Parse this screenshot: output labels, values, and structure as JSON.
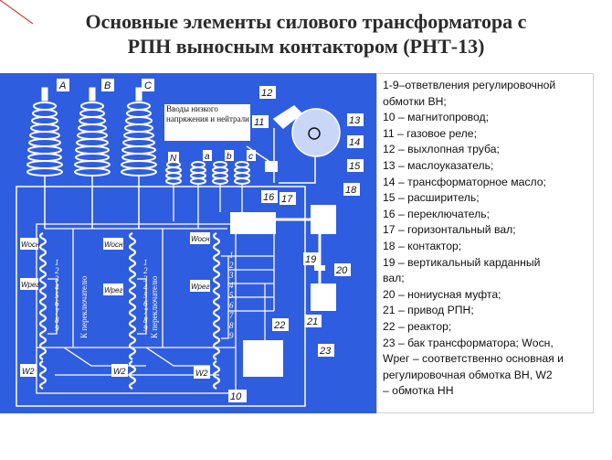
{
  "title": {
    "line1": "Основные элементы силового трансформатора с",
    "line2": "РПН выносным контактором (РНТ-13)"
  },
  "colors": {
    "panel": "#2f5de0",
    "line": "#ffffff",
    "title": "#2b2b2b",
    "corner": "#d04040"
  },
  "diagram": {
    "phase_labels": [
      "A",
      "B",
      "C"
    ],
    "lv_labels": [
      "N",
      "a",
      "b",
      "c"
    ],
    "lv_note": "Вводы низкого напряжения и нейтрали",
    "winding_labels": [
      "Wосн",
      "Wрег",
      "Wосн",
      "Wрег",
      "Wосн",
      "Wрег",
      "W2",
      "W2",
      "W2"
    ],
    "tap_numbers": [
      "1",
      "2",
      "3",
      "4",
      "5",
      "6",
      "7",
      "8",
      "9"
    ],
    "vertical_note": "К переключателю",
    "callouts": [
      "10",
      "11",
      "12",
      "13",
      "14",
      "15",
      "16",
      "17",
      "18",
      "19",
      "20",
      "21",
      "22",
      "23"
    ]
  },
  "legend": {
    "lines": [
      "1-9–ответвления регулировочной",
      "обмотки ВН;",
      "10 – магнитопровод;",
      "11 – газовое реле;",
      "12 – выхлопная труба;",
      "13 – маслоуказатель;",
      "14 – трансформаторное масло;",
      "15 – расширитель;",
      "16 – переключатель;",
      "17 – горизонтальный вал;",
      "18 – контактор;",
      "19 – вертикальный карданный",
      "вал;",
      "20 – нониусная муфта;",
      "21 – привод РПН;",
      "22 – реактор;",
      "23 – бак трансформатора; Wосн,",
      "Wрег – соответственно основная и",
      "регулировочная обмотка ВН, W2",
      "– обмотка НН"
    ]
  }
}
